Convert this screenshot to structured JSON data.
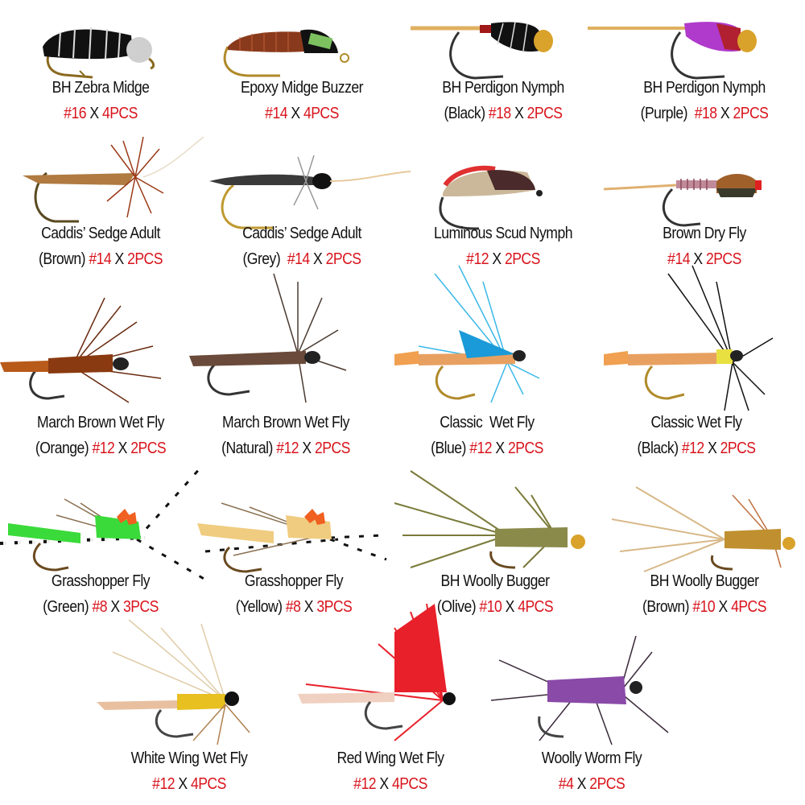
{
  "colors": {
    "label_text": "#111111",
    "size_qty_accent": "#d8141c",
    "background": "#ffffff"
  },
  "flies": [
    {
      "name": "BH Zebra Midge",
      "variant": "",
      "size": "#16",
      "x": "X",
      "qty": "4PCS"
    },
    {
      "name": "Epoxy Midge Buzzer",
      "variant": "",
      "size": "#14",
      "x": "X",
      "qty": "4PCS"
    },
    {
      "name": "BH Perdigon Nymph",
      "variant": "(Black)",
      "size": "#18",
      "x": "X",
      "qty": "2PCS"
    },
    {
      "name": "BH Perdigon Nymph",
      "variant": "(Purple)",
      "size": "#18",
      "x": "X",
      "qty": "2PCS"
    },
    {
      "name": "Caddis’ Sedge Adult",
      "variant": "(Brown)",
      "size": "#14",
      "x": "X",
      "qty": "2PCS"
    },
    {
      "name": "Caddis’ Sedge Adult",
      "variant": "(Grey)",
      "size": "#14",
      "x": "X",
      "qty": "2PCS"
    },
    {
      "name": "Luminous Scud Nymph",
      "variant": "",
      "size": "#12",
      "x": "X",
      "qty": "2PCS"
    },
    {
      "name": "Brown Dry Fly",
      "variant": "",
      "size": "#14",
      "x": "X",
      "qty": "2PCS"
    },
    {
      "name": "March Brown Wet Fly",
      "variant": "(Orange)",
      "size": "#12",
      "x": "X",
      "qty": "2PCS"
    },
    {
      "name": "March Brown Wet Fly",
      "variant": "(Natural)",
      "size": "#12",
      "x": "X",
      "qty": "2PCS"
    },
    {
      "name": "Classic  Wet Fly",
      "variant": "(Blue)",
      "size": "#12",
      "x": "X",
      "qty": "2PCS"
    },
    {
      "name": "Classic Wet Fly",
      "variant": "(Black)",
      "size": "#12",
      "x": "X",
      "qty": "2PCS"
    },
    {
      "name": "Grasshopper Fly",
      "variant": "(Green)",
      "size": "#8",
      "x": "X",
      "qty": "3PCS"
    },
    {
      "name": "Grasshopper Fly",
      "variant": "(Yellow)",
      "size": "#8",
      "x": "X",
      "qty": "3PCS"
    },
    {
      "name": "BH Woolly Bugger",
      "variant": "(Olive)",
      "size": "#10",
      "x": "X",
      "qty": "4PCS"
    },
    {
      "name": "BH Woolly Bugger",
      "variant": "(Brown)",
      "size": "#10",
      "x": "X",
      "qty": "4PCS"
    },
    {
      "name": "White Wing Wet Fly",
      "variant": "",
      "size": "#12",
      "x": "X",
      "qty": "4PCS"
    },
    {
      "name": "Red Wing Wet Fly",
      "variant": "",
      "size": "#12",
      "x": "X",
      "qty": "4PCS"
    },
    {
      "name": "Woolly Worm Fly",
      "variant": "",
      "size": "#4",
      "x": "X",
      "qty": "2PCS"
    }
  ]
}
